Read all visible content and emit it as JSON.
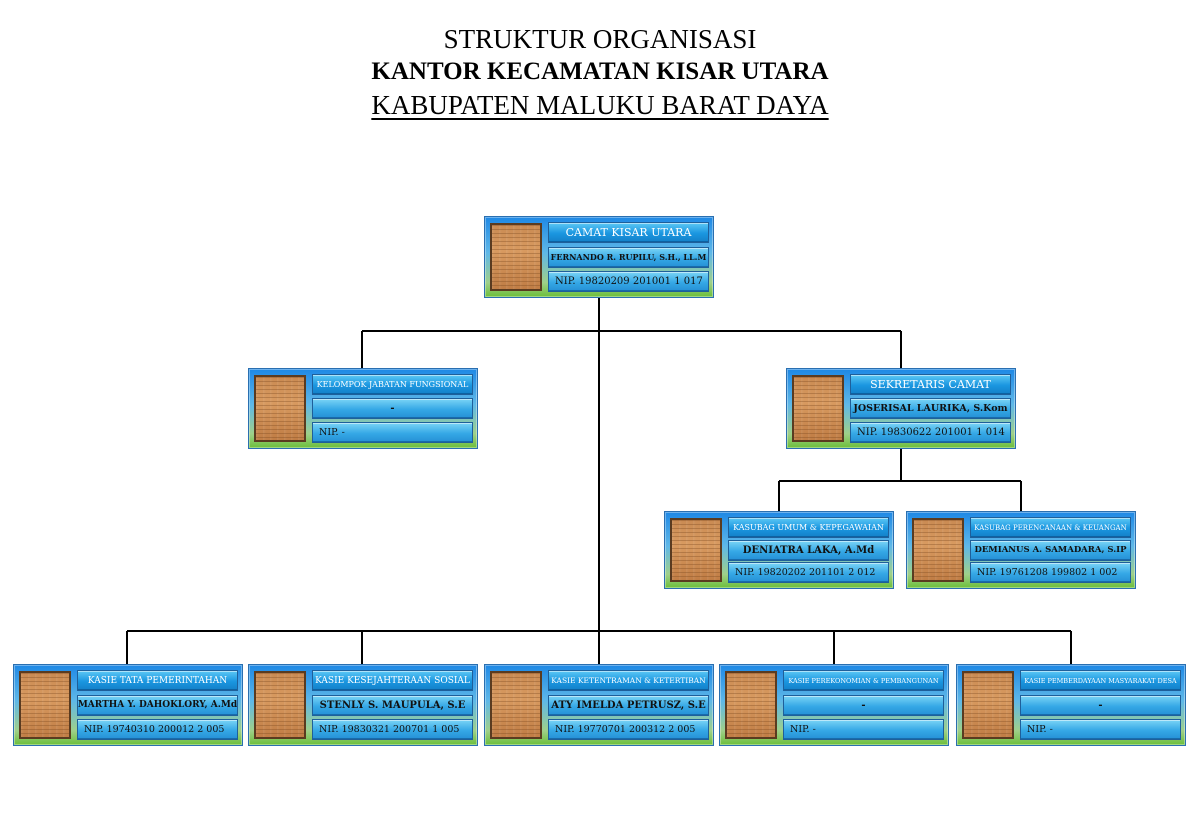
{
  "header": {
    "line1": "STRUKTUR ORGANISASI",
    "line2": "KANTOR KECAMATAN KISAR UTARA",
    "line3": "KABUPATEN MALUKU BARAT DAYA"
  },
  "positions": {
    "camat": {
      "title": "CAMAT KISAR UTARA",
      "name": "FERNANDO R. RUPILU, S.H., LL.M",
      "nip": "NIP. 19820209 201001 1 017"
    },
    "fungsional": {
      "title": "KELOMPOK JABATAN FUNGSIONAL",
      "name": "-",
      "nip": "NIP. -"
    },
    "sekretaris": {
      "title": "SEKRETARIS CAMAT",
      "name": "JOSERISAL LAURIKA, S.Kom",
      "nip": "NIP. 19830622 201001 1 014"
    },
    "kasubag_umum": {
      "title": "KASUBAG UMUM & KEPEGAWAIAN",
      "name": "DENIATRA LAKA, A.Md",
      "nip": "NIP. 19820202 201101 2 012"
    },
    "kasubag_perencanaan": {
      "title": "KASUBAG PERENCANAAN & KEUANGAN",
      "name": "DEMIANUS A. SAMADARA, S.IP",
      "nip": "NIP. 19761208 199802 1 002"
    },
    "kasie_pemerintahan": {
      "title": "KASIE TATA PEMERINTAHAN",
      "name": "MARTHA Y. DAHOKLORY, A.Md",
      "nip": "NIP. 19740310 200012 2 005"
    },
    "kasie_kesejahteraan": {
      "title": "KASIE KESEJAHTERAAN SOSIAL",
      "name": "STENLY S. MAUPULA, S.E",
      "nip": "NIP. 19830321 200701 1 005"
    },
    "kasie_ketentraman": {
      "title": "KASIE KETENTRAMAN & KETERTIBAN",
      "name": "ATY IMELDA PETRUSZ, S.E",
      "nip": "NIP. 19770701 200312 2 005"
    },
    "kasie_perekonomian": {
      "title": "KASIE PEREKONOMIAN & PEMBANGUNAN",
      "name": "-",
      "nip": "NIP. -"
    },
    "kasie_pemberdayaan": {
      "title": "KASIE PEMBERDAYAAN MASYARAKAT DESA",
      "name": "-",
      "nip": "NIP. -"
    }
  }
}
